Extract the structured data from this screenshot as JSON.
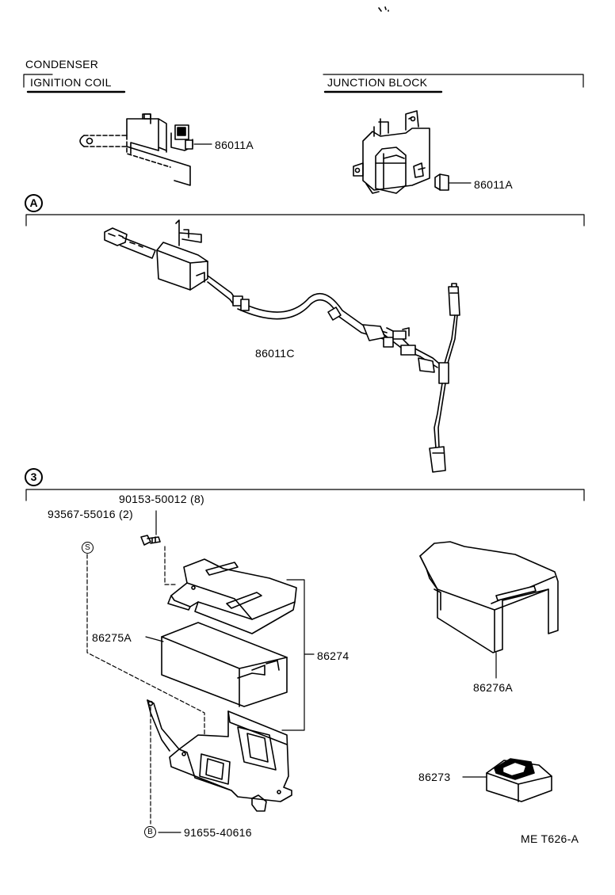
{
  "headers": {
    "condenser": "CONDENSER",
    "ignition_coil": "IGNITION COIL",
    "junction_block": "JUNCTION BLOCK"
  },
  "section_markers": {
    "a": "A",
    "three": "3"
  },
  "fastener_markers": {
    "s": "S",
    "b": "B"
  },
  "part_numbers": {
    "p86011a_left": "86011A",
    "p86011a_right": "86011A",
    "p86011c": "86011C",
    "p90153": "90153-50012 (8)",
    "p93567": "93567-55016 (2)",
    "p86275a": "86275A",
    "p86274": "86274",
    "p86276a": "86276A",
    "p86273": "86273",
    "p91655": "91655-40616"
  },
  "figure_id": "ME T626-A"
}
